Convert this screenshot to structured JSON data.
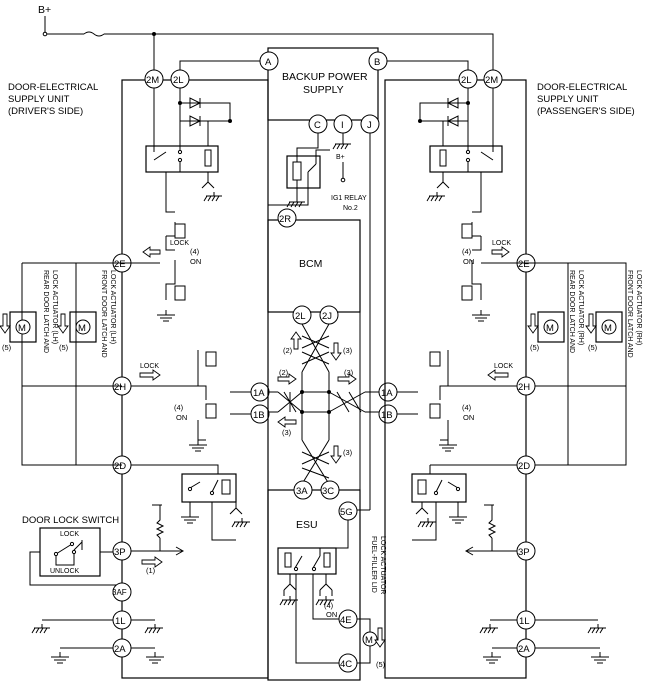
{
  "supply": {
    "bplus_top": "B+",
    "bplus_relay": "B+"
  },
  "units": {
    "driver": [
      "DOOR-ELECTRICAL",
      "SUPPLY UNIT",
      "(DRIVER'S SIDE)"
    ],
    "passenger": [
      "DOOR-ELECTRICAL",
      "SUPPLY UNIT",
      "(PASSENGER'S SIDE)"
    ]
  },
  "modules": {
    "backup": [
      "BACKUP POWER",
      "SUPPLY"
    ],
    "bcm": "BCM",
    "esu": "ESU",
    "ig1_relay": [
      "IG1 RELAY",
      "No.2"
    ]
  },
  "switch": {
    "title": "DOOR LOCK SWITCH",
    "lock": "LOCK",
    "unlock": "UNLOCK"
  },
  "actuators": {
    "rear_lh": [
      "REAR DOOR LATCH AND",
      "LOCK ACTUATOR (LH)"
    ],
    "front_lh": [
      "FRONT DOOR LATCH AND",
      "LOCK ACTUATOR (LH)"
    ],
    "rear_rh": [
      "REAR DOOR LATCH AND",
      "LOCK ACTUATOR (RH)"
    ],
    "front_rh": [
      "FRONT DOOR LATCH AND",
      "LOCK ACTUATOR (RH)"
    ],
    "fuel": [
      "FUEL-FILLER LID",
      "LOCK ACTUATOR"
    ],
    "motor_symbol": "M"
  },
  "signals": {
    "lock": "LOCK",
    "on": "ON",
    "n1": "(1)",
    "n2": "(2)",
    "n3": "(3)",
    "n4": "(4)",
    "n5": "(5)"
  },
  "pins": {
    "A": "A",
    "B": "B",
    "C": "C",
    "I": "I",
    "J": "J",
    "p2M": "2M",
    "p2L": "2L",
    "p2E": "2E",
    "p2H": "2H",
    "p2D": "2D",
    "p3P": "3P",
    "p3AF": "3AF",
    "p1L": "1L",
    "p2A": "2A",
    "p2R": "2R",
    "p2J": "2J",
    "p1A": "1A",
    "p1B": "1B",
    "p3A": "3A",
    "p3C": "3C",
    "p5G": "5G",
    "p4E": "4E",
    "p4C": "4C"
  }
}
